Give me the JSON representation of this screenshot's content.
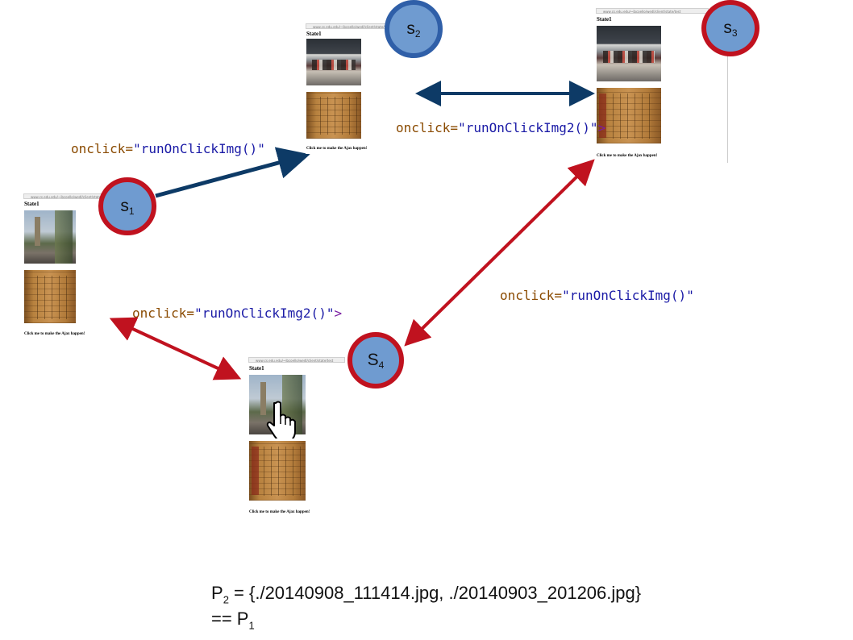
{
  "states": [
    {
      "id": "s1",
      "letter": "s",
      "sub": "1",
      "border": "#c0121f"
    },
    {
      "id": "s2",
      "letter": "s",
      "sub": "2",
      "border": "#2f5fa8"
    },
    {
      "id": "s3",
      "letter": "s",
      "sub": "3",
      "border": "#c0121f"
    },
    {
      "id": "s4",
      "letter": "S",
      "sub": "4",
      "border": "#c0121f"
    }
  ],
  "screenshots": {
    "url_text": "www.cs.edu.edu/~jbcoello/wedl/client/state/test",
    "title": "State1",
    "link_text": "Click me to make the Ajax happen!"
  },
  "labels": {
    "s1_to_s2": {
      "attr": "onclick=",
      "value": "\"runOnClickImg()\"",
      "tail": ""
    },
    "s2_s3": {
      "attr": "onclick=",
      "value": "\"runOnClickImg2()\"",
      "tail": ">"
    },
    "s1_s4": {
      "attr": "onclick=",
      "value": "\"runOnClickImg2()\"",
      "tail": ">"
    },
    "s3_s4": {
      "attr": "onclick=",
      "value": "\"runOnClickImg()\"",
      "tail": ""
    }
  },
  "formula": {
    "p": "P",
    "p_sub": "2",
    "rhs": " = {./20140908_111414.jpg, ./20140903_201206.jpg}",
    "line2_prefix": "== P",
    "line2_sub": "1"
  },
  "colors": {
    "blue_arrow": "#0d3a66",
    "red_arrow": "#c0121f",
    "state_fill": "#6f9bd0"
  },
  "icons": {
    "cursor": "hand-pointer-icon"
  }
}
